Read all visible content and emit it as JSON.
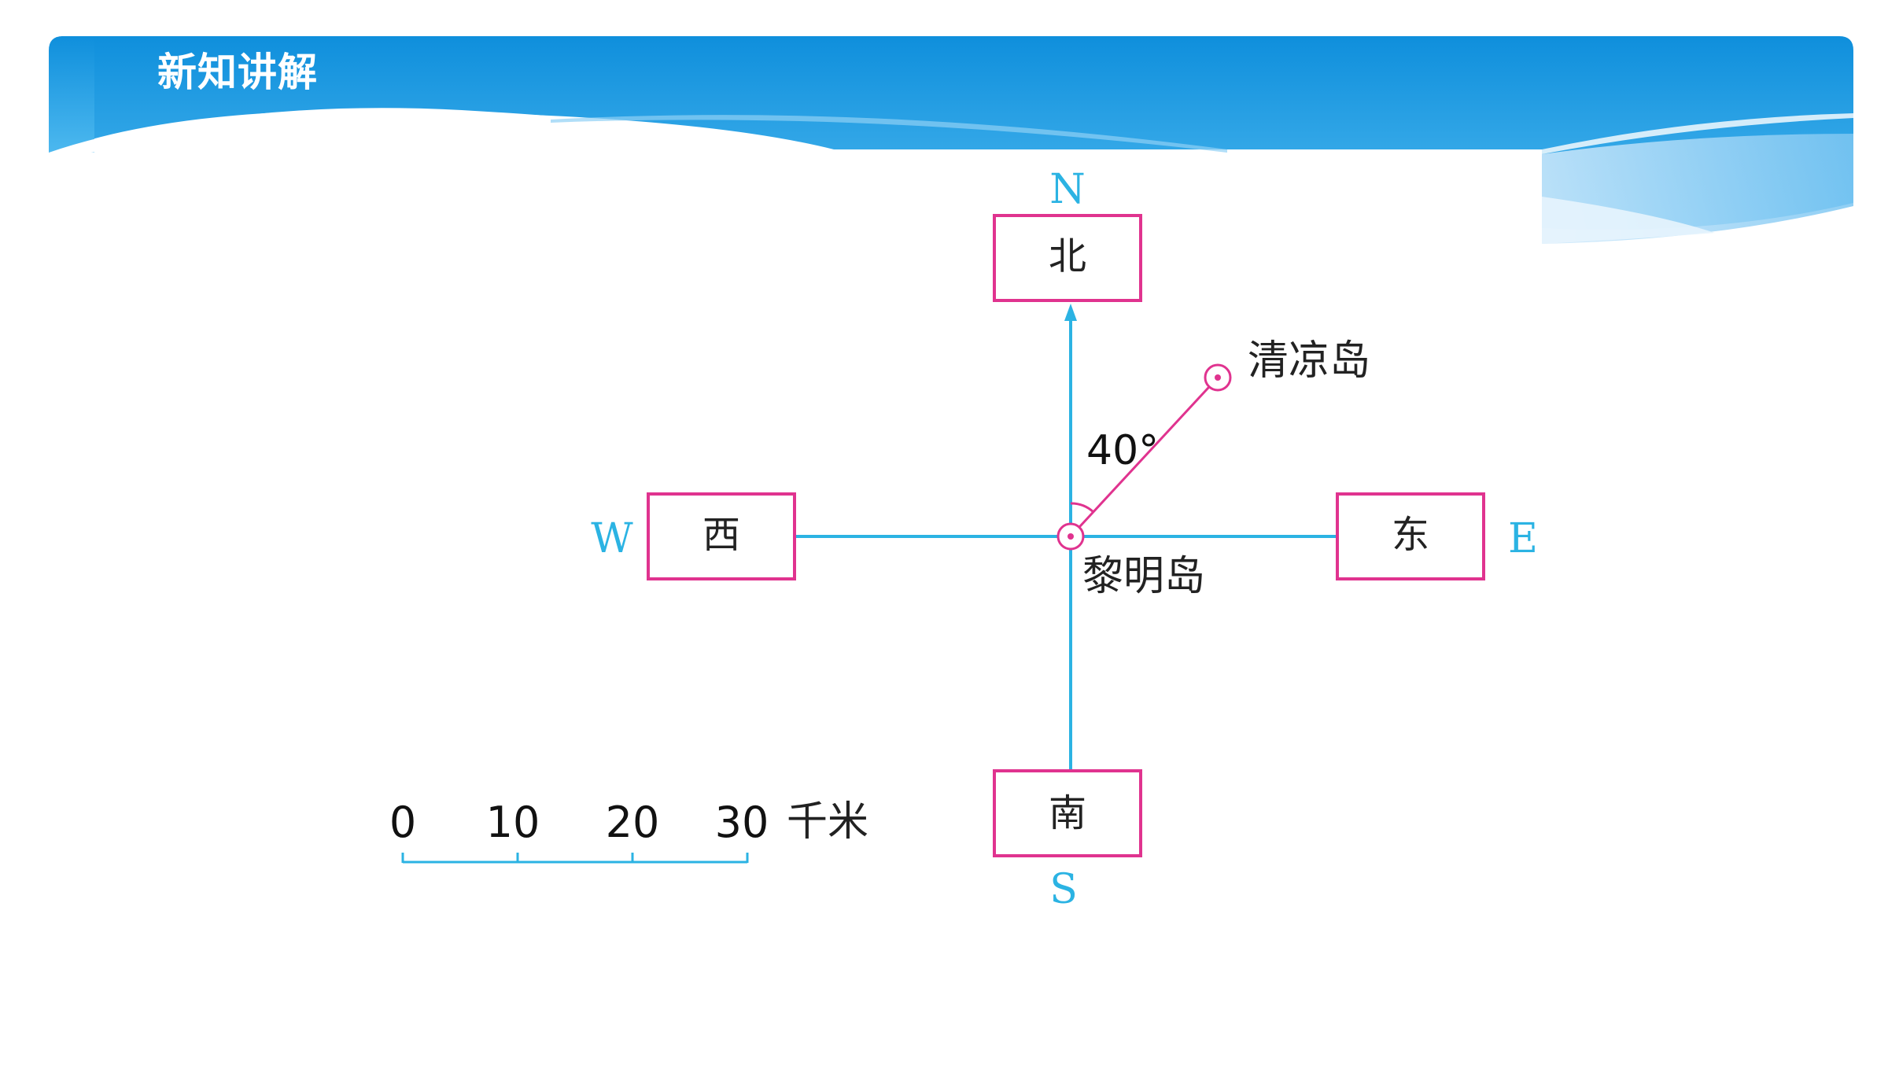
{
  "header": {
    "title": "新知讲解"
  },
  "compass": {
    "north": {
      "letter": "N",
      "label": "北"
    },
    "south": {
      "letter": "S",
      "label": "南"
    },
    "west": {
      "letter": "W",
      "label": "西"
    },
    "east": {
      "letter": "E",
      "label": "东"
    }
  },
  "center_island": "黎明岛",
  "target": {
    "island": "清凉岛",
    "angle_label": "40°"
  },
  "scale_bar": {
    "ticks": [
      "0",
      "10",
      "20",
      "30"
    ],
    "unit": "千米"
  },
  "colors": {
    "banner": "#1a9be0",
    "axis": "#2bb3e3",
    "box": "#e0338f",
    "text": "#222222"
  }
}
